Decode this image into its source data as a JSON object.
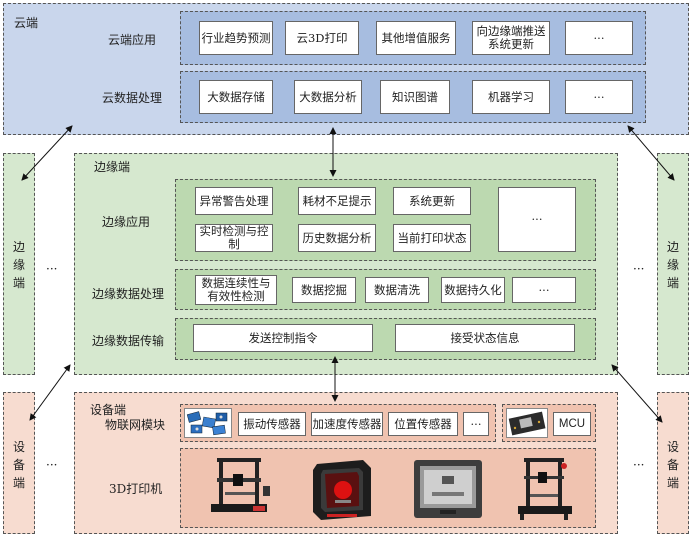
{
  "cloud": {
    "title": "云端",
    "app": {
      "label": "云端应用",
      "items": [
        "行业趋势预测",
        "云3D打印",
        "其他增值服务",
        "向边缘端推送\n系统更新",
        "···"
      ]
    },
    "data": {
      "label": "云数据处理",
      "items": [
        "大数据存储",
        "大数据分析",
        "知识图谱",
        "机器学习",
        "···"
      ]
    }
  },
  "edge": {
    "title": "边缘端",
    "app": {
      "label": "边缘应用",
      "items": [
        "异常警告处理",
        "耗材不足提示",
        "系统更新",
        "实时检测与控制",
        "历史数据分析",
        "当前打印状态",
        "···"
      ]
    },
    "data": {
      "label": "边缘数据处理",
      "items": [
        "数据连续性与\n有效性检测",
        "数据挖掘",
        "数据清洗",
        "数据持久化",
        "···"
      ]
    },
    "transfer": {
      "label": "边缘数据传输",
      "items": [
        "发送控制指令",
        "接受状态信息"
      ]
    }
  },
  "device": {
    "title": "设备端",
    "iot": {
      "label": "物联网模块",
      "items": [
        "振动传感器",
        "加速度传感器",
        "位置传感器",
        "···"
      ],
      "mcu": "MCU"
    },
    "printer": {
      "label": "3D打印机"
    }
  },
  "side": {
    "left_edge": "边缘端",
    "right_edge": "边缘端",
    "left_device": "设备端",
    "right_device": "设备端",
    "dots": "···"
  }
}
